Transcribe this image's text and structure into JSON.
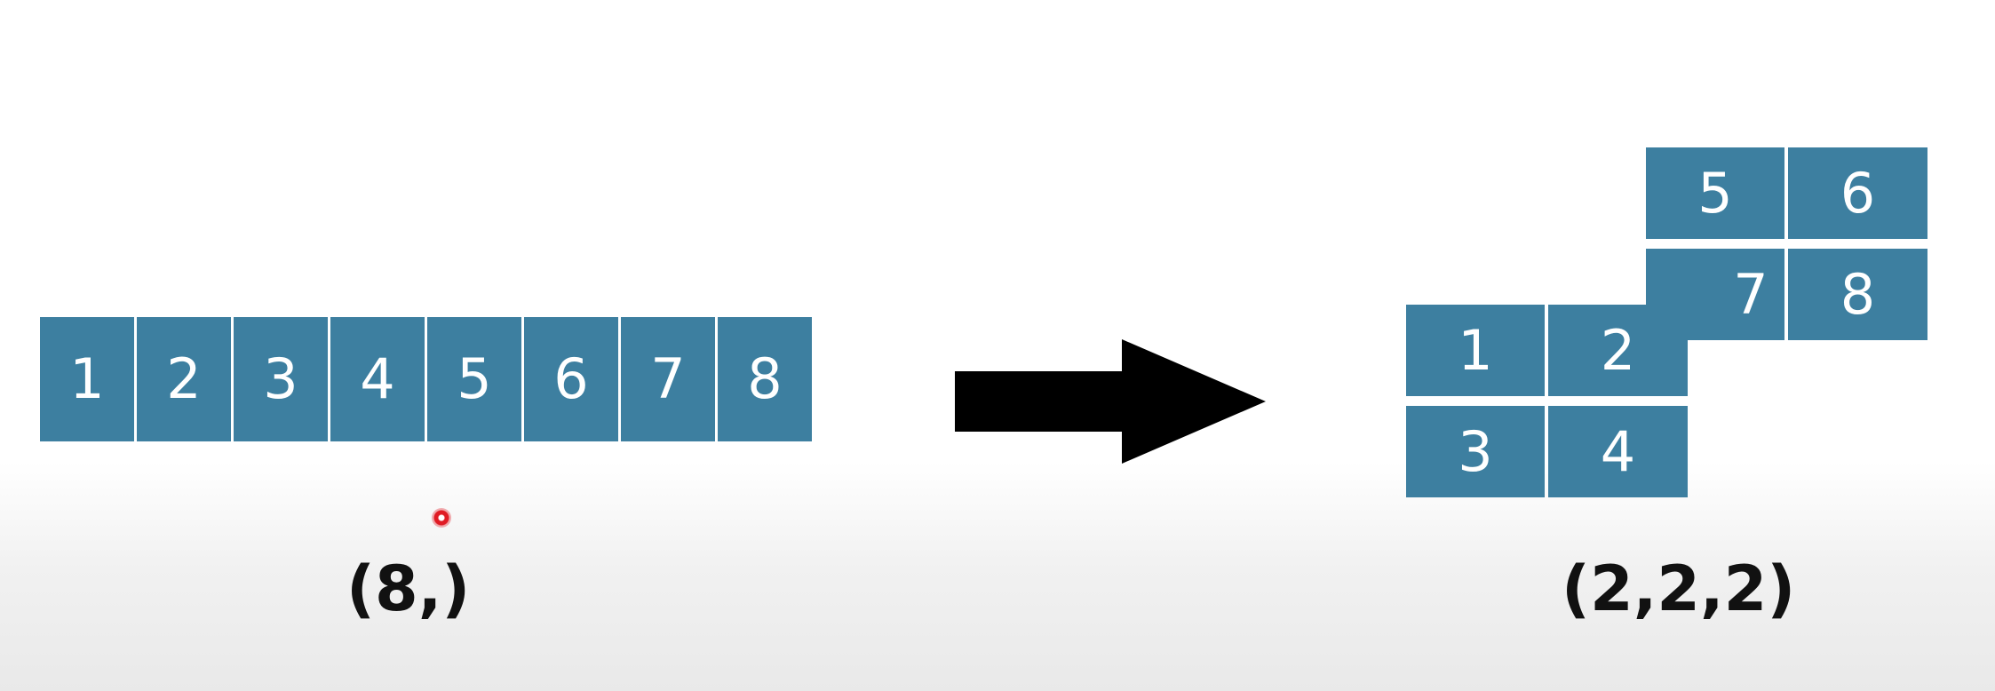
{
  "flat_array": {
    "cells": [
      "1",
      "2",
      "3",
      "4",
      "5",
      "6",
      "7",
      "8"
    ],
    "shape_label": "(8,)"
  },
  "reshaped_array": {
    "back_block": [
      "5",
      "6",
      "7",
      "8"
    ],
    "front_block": [
      "1",
      "2",
      "3",
      "4"
    ],
    "shape_label": "(2,2,2)"
  },
  "colors": {
    "cell_fill": "#3d7fa0",
    "cell_text": "#ffffff",
    "arrow": "#000000",
    "label_text": "#111111",
    "pointer": "#e01b24"
  },
  "icons": {
    "arrow": "right-arrow-icon",
    "pointer": "laser-pointer-dot"
  }
}
